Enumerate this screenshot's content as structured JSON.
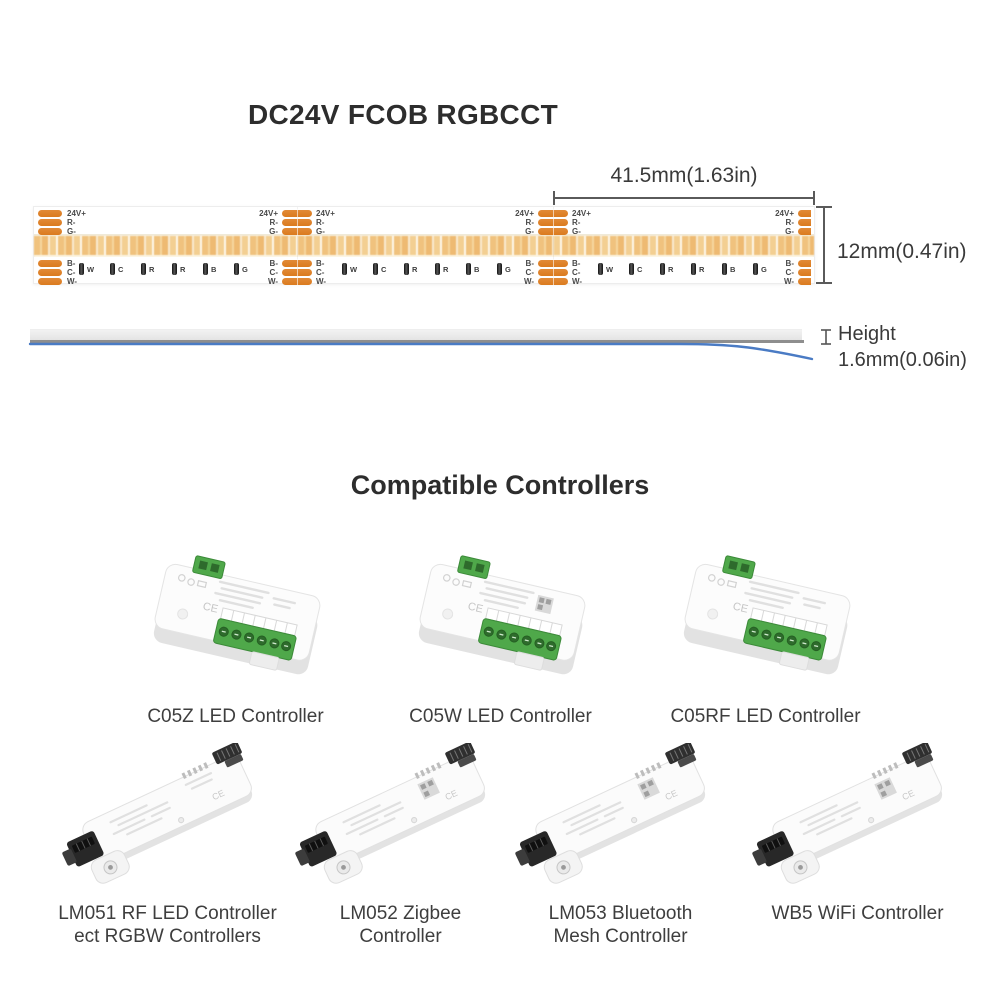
{
  "colors": {
    "accent_orange": "#DB7B1E",
    "led_amber": "#F0C27E",
    "terminal_green": "#4FA84A",
    "wire_blue": "#4A7BC4",
    "text_dark": "#2D2D2D"
  },
  "title": "DC24V FCOB RGBCCT",
  "strip": {
    "top_pad_labels": [
      "24V+",
      "R-",
      "G-"
    ],
    "bottom_pad_labels": [
      "B-",
      "C-",
      "W-"
    ],
    "component_labels": [
      "W",
      "C",
      "R",
      "R",
      "B",
      "G"
    ],
    "width_dim": "41.5mm(1.63in)",
    "height_dim": "12mm(0.47in)",
    "thickness_title": "Height",
    "thickness_dim": "1.6mm(0.06in)"
  },
  "section_heading": "Compatible Controllers",
  "controllers": [
    {
      "style": "box",
      "caption_lines": [
        "C05Z LED Controller"
      ]
    },
    {
      "style": "box",
      "caption_lines": [
        "C05W LED Controller"
      ]
    },
    {
      "style": "box",
      "caption_lines": [
        "C05RF LED Controller"
      ]
    },
    {
      "style": "slim",
      "caption_lines": [
        "LM051 RF LED Controller",
        "ect RGBW Controllers"
      ]
    },
    {
      "style": "slim",
      "caption_lines": [
        "LM052 Zigbee",
        "Controller"
      ]
    },
    {
      "style": "slim",
      "caption_lines": [
        "LM053 Bluetooth",
        "Mesh Controller"
      ]
    },
    {
      "style": "slim",
      "caption_lines": [
        "WB5 WiFi Controller"
      ]
    }
  ]
}
